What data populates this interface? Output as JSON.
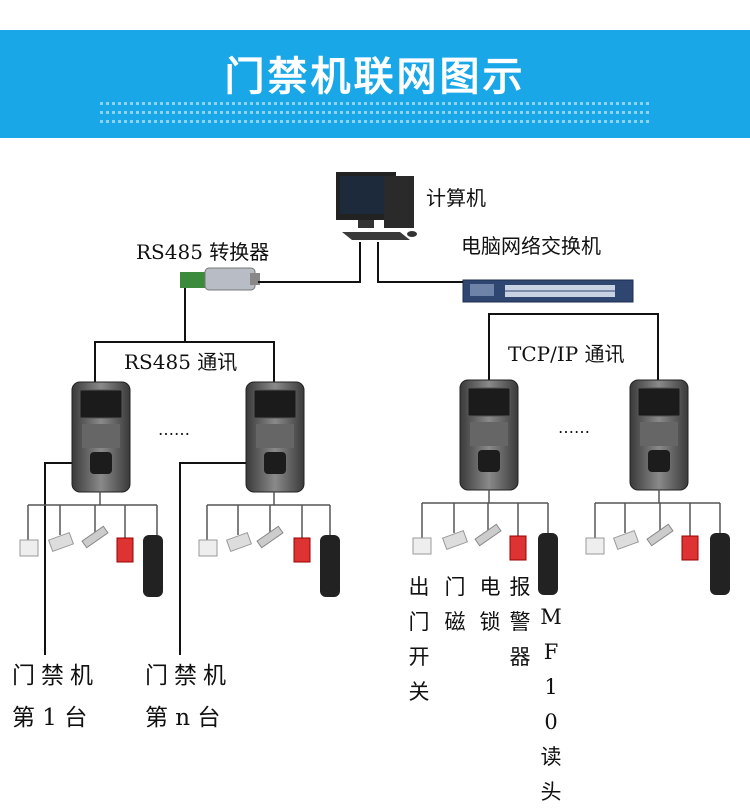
{
  "title": "门禁机联网图示",
  "labels": {
    "computer": "计算机",
    "switch": "电脑网络交换机",
    "converter": "RS485 转换器",
    "rs485_comm": "RS485 通讯",
    "tcpip_comm": "TCP/IP 通讯",
    "ellipsis_left": "……",
    "ellipsis_right": "……",
    "unit1_line1": "门禁机",
    "unit1_line2": "第 1 台",
    "unitn_line1": "门禁机",
    "unitn_line2": "第 n 台"
  },
  "devices": {
    "exit_button": "出门开关",
    "door_magnet": "门磁",
    "electric_lock": "电锁",
    "alarm": "报警器",
    "reader": "MF10读头"
  },
  "colors": {
    "banner": "#1aa7e8",
    "wire": "#111111"
  }
}
